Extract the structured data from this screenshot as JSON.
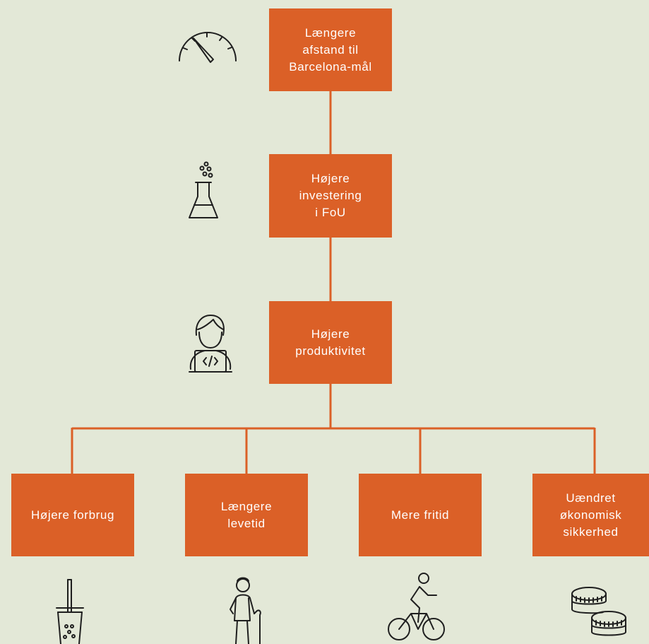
{
  "diagram": {
    "nodes": {
      "barcelona": "Længere\nafstand til\nBarcelona-mål",
      "fou": "Højere\ninvestering\ni FoU",
      "productivity": "Højere\nproduktivitet",
      "consumption": "Højere forbrug",
      "lifetime": "Længere\nlevetid",
      "leisure": "Mere fritid",
      "security": "Uændret\nøkonomisk\nsikkerhed"
    },
    "edges": [
      [
        "barcelona",
        "fou"
      ],
      [
        "fou",
        "productivity"
      ],
      [
        "productivity",
        "consumption"
      ],
      [
        "productivity",
        "lifetime"
      ],
      [
        "productivity",
        "leisure"
      ],
      [
        "productivity",
        "security"
      ]
    ],
    "icons": {
      "barcelona": "speedometer-icon",
      "fou": "flask-icon",
      "productivity": "programmer-icon",
      "consumption": "bubble-tea-icon",
      "lifetime": "elderly-person-icon",
      "leisure": "cyclist-icon",
      "security": "coins-icon"
    },
    "colors": {
      "background": "#e3e8d7",
      "box": "#db6027",
      "connector": "#db6027",
      "box_text": "#ffffff",
      "icon": "#1f1f1f"
    }
  }
}
